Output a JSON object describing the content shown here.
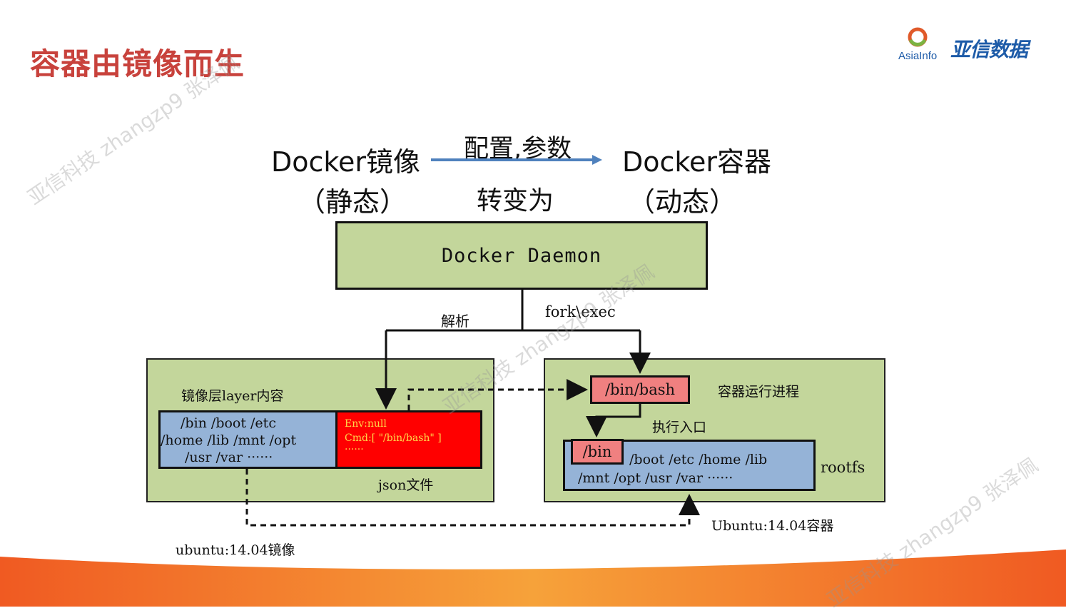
{
  "page_title": "容器由镜像而生",
  "logo": {
    "en": "AsiaInfo",
    "cn": "亚信数据",
    "icon": "asiainfo-ring-icon",
    "brand_color": "#1d5ba8",
    "ring_color": "#e05a2a"
  },
  "header": {
    "image_label": "Docker镜像",
    "image_state": "（静态）",
    "arrow_top": "配置,参数",
    "arrow_bottom": "转变为",
    "container_label": "Docker容器",
    "container_state": "（动态）"
  },
  "daemon": {
    "label": "Docker Daemon"
  },
  "edges": {
    "parse": "解析",
    "fork": "fork\\exec",
    "exec_entry": "执行入口"
  },
  "image_panel": {
    "title": "镜像层layer内容",
    "fs_lines": [
      "/bin /boot /etc",
      "/home /lib /mnt /opt",
      "/usr /var ······"
    ],
    "json_lines": [
      "Env:null",
      "Cmd:[ \"/bin/bash\" ]",
      "······"
    ],
    "json_caption": "json文件",
    "caption": "ubuntu:14.04镜像"
  },
  "container_panel": {
    "process": "/bin/bash",
    "process_label": "容器运行进程",
    "bin": "/bin",
    "fs_line1": "/boot /etc /home /lib",
    "fs_line2": "/mnt /opt /usr /var ······",
    "rootfs": "rootfs",
    "caption": "Ubuntu:14.04容器"
  },
  "watermarks": [
    "亚信科技 zhangzp9 张泽佩",
    "亚信科技 zhangzp9 张泽佩",
    "亚信科技 zhangzp9 张泽佩"
  ],
  "colors": {
    "title": "#c8423c",
    "panel_green": "#c3d69b",
    "fs_blue": "#95b3d7",
    "json_red": "#ff0000",
    "process_pink": "#f08080",
    "arrow_blue": "#4f81bd",
    "footer_orange": "#f07f1e"
  }
}
